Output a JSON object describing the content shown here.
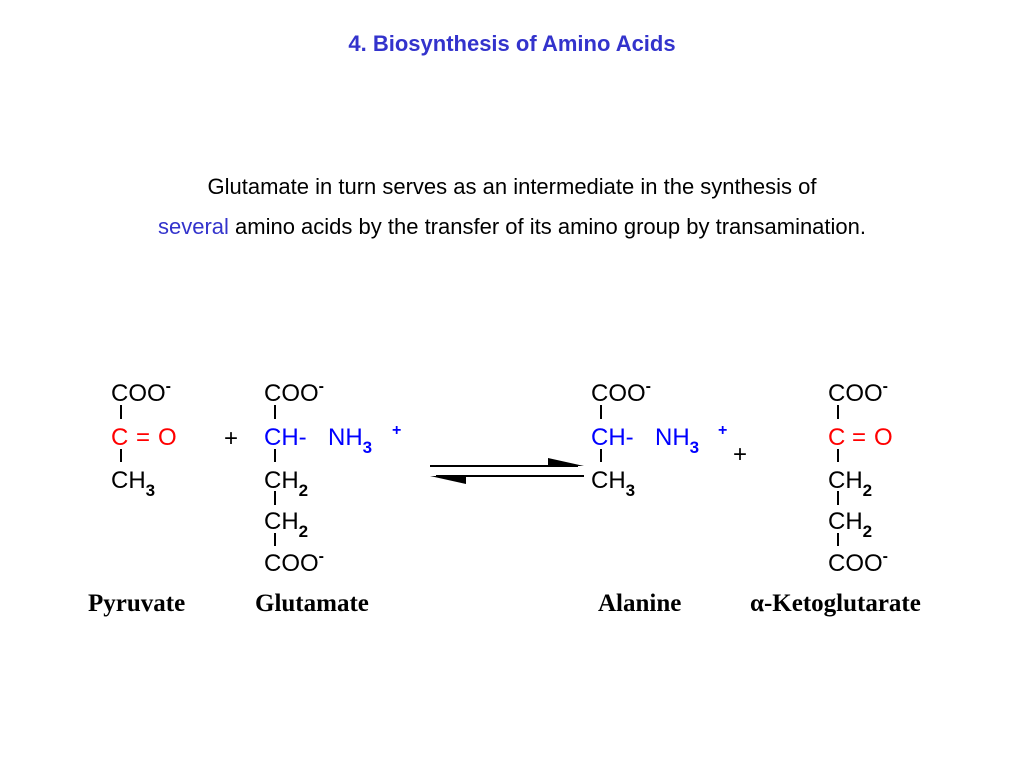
{
  "title": "4. Biosynthesis of Amino Acids",
  "intro": {
    "line1": "Glutamate in turn serves as an intermediate in the synthesis of",
    "line2_highlight": "several",
    "line2_rest": " amino acids by the transfer of its amino group by transamination."
  },
  "colors": {
    "title": "#3333cc",
    "highlight": "#3333cc",
    "carbonyl": "#ff0000",
    "amino": "#0000ff",
    "text": "#000000"
  },
  "scheme": {
    "pyruvate": {
      "top": "COO",
      "top_sup": "-",
      "c": "C",
      "eq": "=",
      "o": "O",
      "ch3": "CH",
      "ch3_sub": "3",
      "name": "Pyruvate"
    },
    "plus1": "+",
    "glutamate": {
      "top": "COO",
      "top_sup": "-",
      "ch": "CH-",
      "nh": "NH",
      "nh_sub": "3",
      "nh_sup": "+",
      "ch2a": "CH",
      "ch2a_sub": "2",
      "ch2b": "CH",
      "ch2b_sub": "2",
      "bottom": "COO",
      "bottom_sup": "-",
      "name": "Glutamate"
    },
    "alanine": {
      "top": "COO",
      "top_sup": "-",
      "ch": "CH-",
      "nh": "NH",
      "nh_sub": "3",
      "nh_sup": "+",
      "ch3": "CH",
      "ch3_sub": "3",
      "name": "Alanine"
    },
    "plus2": "+",
    "ketoglutarate": {
      "top": "COO",
      "top_sup": "-",
      "c": "C",
      "eq": "=",
      "o": "O",
      "ch2a": "CH",
      "ch2a_sub": "2",
      "ch2b": "CH",
      "ch2b_sub": "2",
      "bottom": "COO",
      "bottom_sup": "-",
      "name_alpha": "α",
      "name": "-Ketoglutarate"
    }
  }
}
